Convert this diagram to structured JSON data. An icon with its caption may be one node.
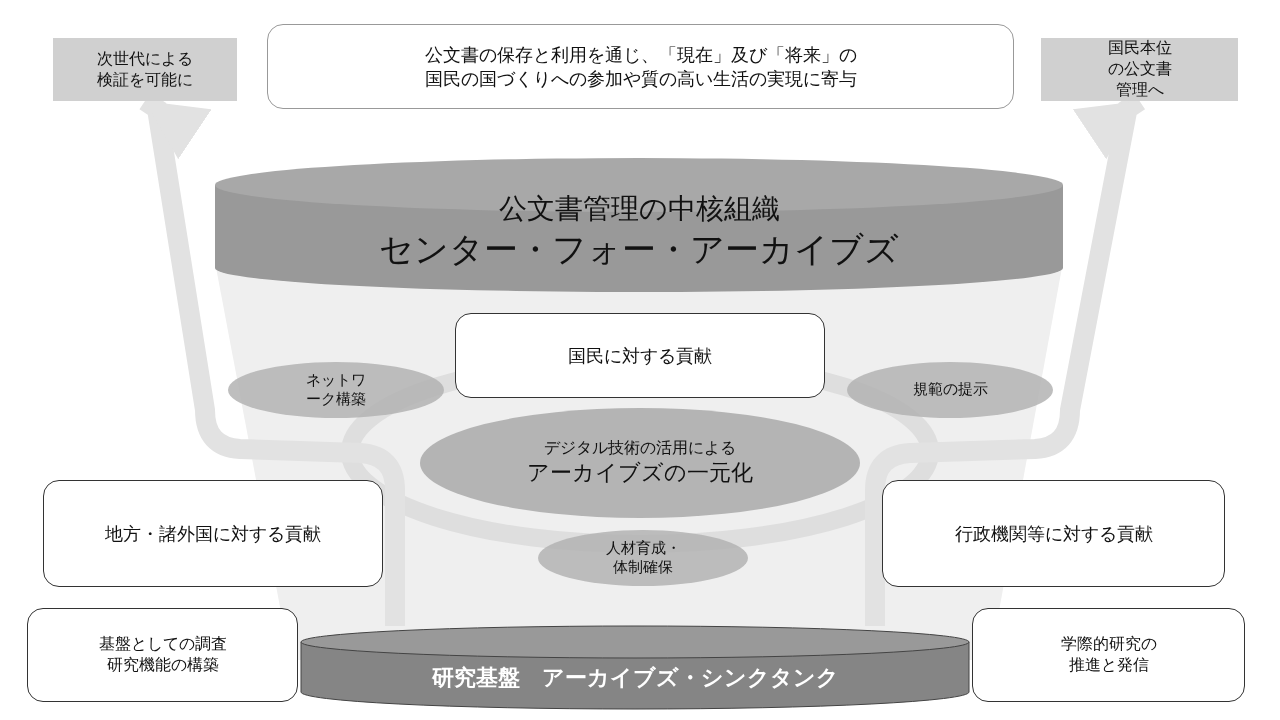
{
  "diagram": {
    "nodes": [
      {
        "text": [
          "次世代による検証を可能に"
        ]
      },
      {
        "text": [
          "公文書の保存と利用を通じ、「現在」及び「将来」の国民の国づくりへの参加や質の高い生活の実現に寄与"
        ]
      },
      {
        "text": [
          "国民本位の公文書管理へ"
        ]
      },
      {
        "text": [
          "公文書管理の中核組織",
          "センター・フォー・アーカイブズ"
        ]
      },
      {
        "text": [
          "国民に対する貢献"
        ]
      },
      {
        "text": [
          "ネットワーク構築"
        ]
      },
      {
        "text": [
          "規範の提示"
        ]
      },
      {
        "text": [
          "デジタル技術の活用による",
          "アーカイブズの一元化"
        ]
      },
      {
        "text": [
          "地方・諸外国に対する貢献"
        ]
      },
      {
        "text": [
          "行政機関等に対する貢献"
        ]
      },
      {
        "text": [
          "人材育成・体制確保"
        ]
      },
      {
        "text": [
          "基盤としての調査研究機能の構築"
        ]
      },
      {
        "text": [
          "研究基盤　アーカイブズ・シンクタンク"
        ]
      },
      {
        "text": [
          "学際的研究の推進と発信"
        ]
      }
    ],
    "edges": [
      {
        "from": 12,
        "to": 0,
        "arrow": "to"
      },
      {
        "from": 12,
        "to": 2,
        "arrow": "to"
      }
    ]
  }
}
